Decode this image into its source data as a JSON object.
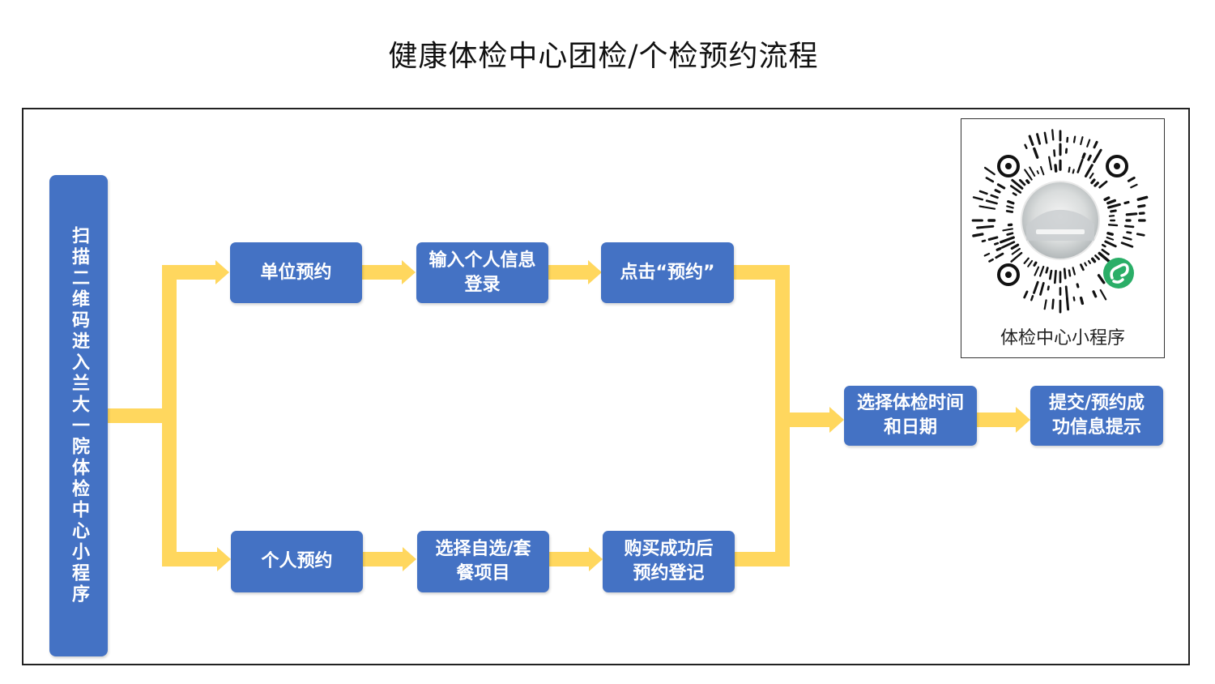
{
  "title": "健康体检中心团检/个检预约流程",
  "start": {
    "label": "扫描二维码进入兰大一院体检中心小程序"
  },
  "unit_path": {
    "step1": "单位预约",
    "step2": "输入个人信息登录",
    "step3": "点击“预约”"
  },
  "personal_path": {
    "step1": "个人预约",
    "step2": "选择自选/套餐项目",
    "step3": "购买成功后预约登记"
  },
  "merged": {
    "step1": "选择体检时间和日期",
    "step2": "提交/预约成功信息提示"
  },
  "qr": {
    "caption": "体检中心小程序"
  },
  "colors": {
    "box": "#4472c4",
    "arrow": "#ffd75e",
    "text": "#ffffff",
    "wechat_green": "#2aae67"
  }
}
